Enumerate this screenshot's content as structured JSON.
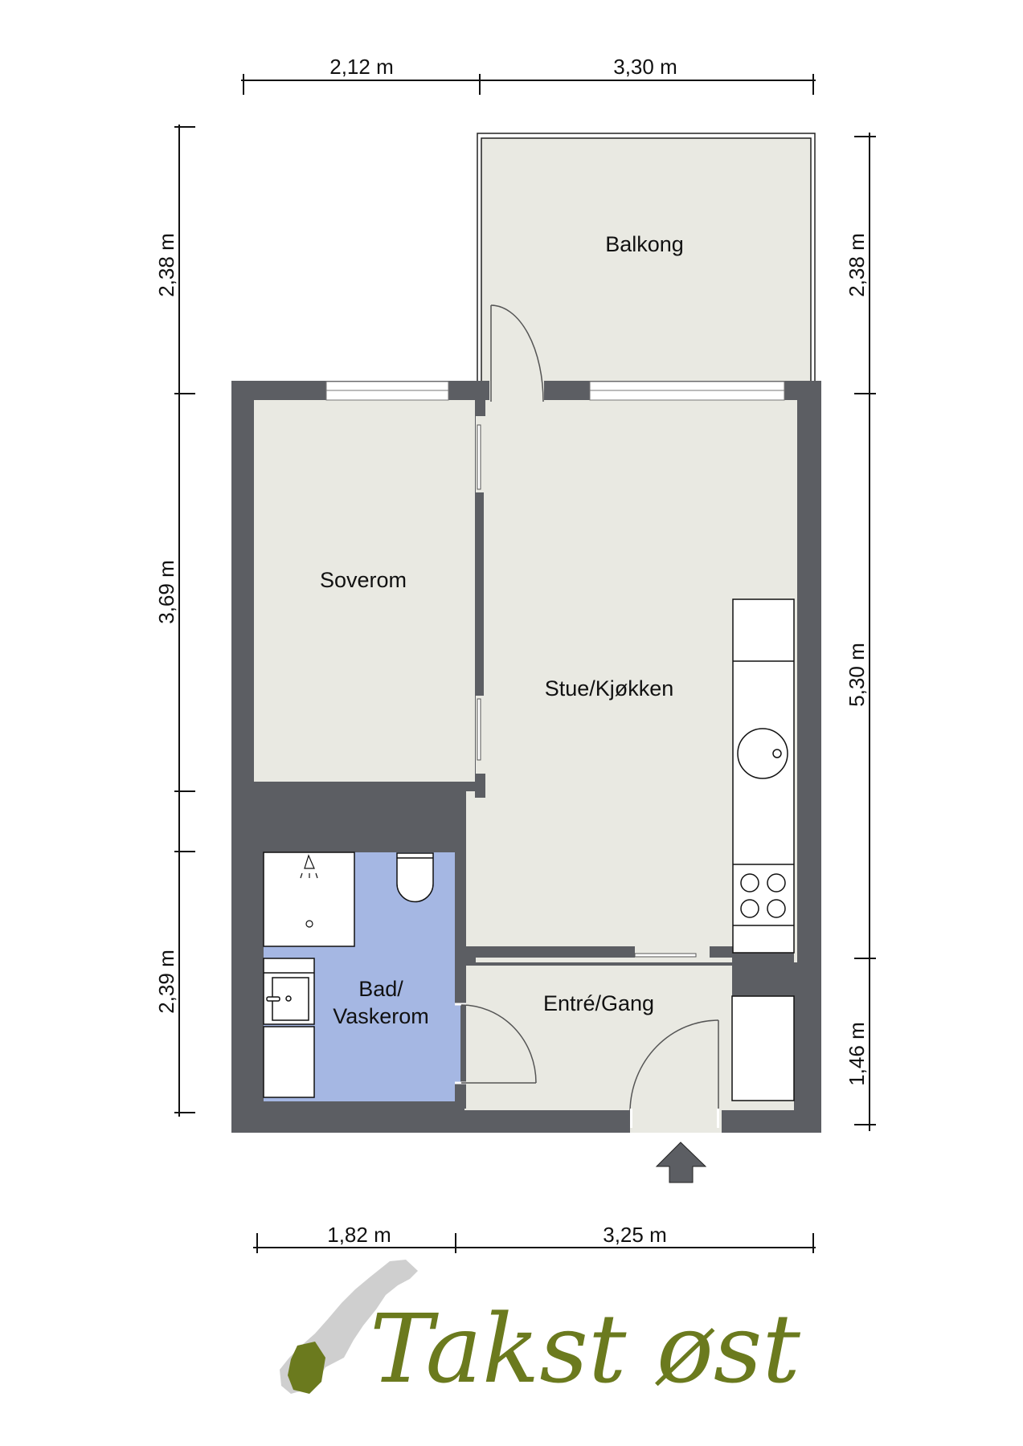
{
  "plan": {
    "colors": {
      "wall": "#5c5e63",
      "floor": "#e9e9e2",
      "bathroom": "#a5b7e3",
      "fixture": "#ffffff",
      "line": "#222222",
      "logo_green": "#6b7a1e",
      "map_grey": "#cfcfcf"
    },
    "rooms": [
      {
        "id": "balkong",
        "label": "Balkong"
      },
      {
        "id": "soverom",
        "label": "Soverom"
      },
      {
        "id": "stue",
        "label": "Stue/Kjøkken"
      },
      {
        "id": "bad",
        "label_line1": "Bad/",
        "label_line2": "Vaskerom"
      },
      {
        "id": "entre",
        "label": "Entré/Gang"
      }
    ],
    "dimensions": {
      "top": [
        "2,12 m",
        "3,30 m"
      ],
      "bottom": [
        "1,82 m",
        "3,25 m"
      ],
      "left": [
        "2,38 m",
        "3,69 m",
        "2,39 m"
      ],
      "right": [
        "2,38 m",
        "5,30 m",
        "1,46 m"
      ]
    },
    "entrance_arrow": "entrance-arrow-icon"
  },
  "logo": {
    "text": "Takst øst",
    "icon": "norway-map-icon"
  }
}
